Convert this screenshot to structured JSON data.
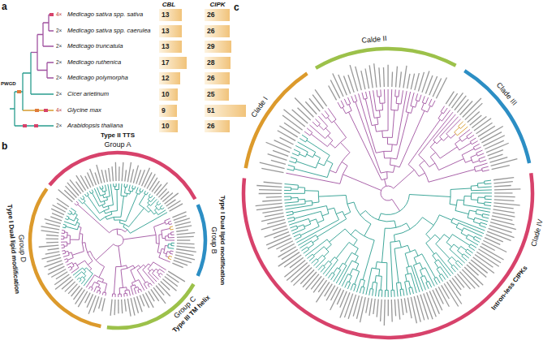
{
  "diagram": {
    "nodes": [
      {
        "text": [
          "13"
        ]
      },
      {
        "text": [
          "26"
        ]
      },
      {
        "text": [
          "13"
        ]
      },
      {
        "text": [
          "26"
        ]
      },
      {
        "text": [
          "13"
        ]
      },
      {
        "text": [
          "29"
        ]
      },
      {
        "text": [
          "17"
        ]
      },
      {
        "text": [
          "28"
        ]
      },
      {
        "text": [
          "12"
        ]
      },
      {
        "text": [
          "26"
        ]
      },
      {
        "text": [
          "10"
        ]
      },
      {
        "text": [
          "25"
        ]
      },
      {
        "text": [
          "9"
        ]
      },
      {
        "text": [
          "51"
        ]
      },
      {
        "text": [
          "10"
        ]
      },
      {
        "text": [
          "26"
        ]
      }
    ],
    "labels": [
      "a",
      "CBL",
      "CIPK",
      "Medicago sativa spp. sativa",
      "Medicago sativa spp. caerulea",
      "Medicago truncatula",
      "Medicago ruthenica",
      "Medicago polymorpha",
      "Cicer arietinum",
      "Glycine max",
      "Arabidopsis thaliana",
      "4×",
      "2×",
      "2×",
      "2×",
      "2×",
      "2×",
      "4×",
      "2×",
      "PWGD",
      "b",
      "Type II TTS",
      "Group A",
      "Group B",
      "Type I Dual lipid modification",
      "Group C",
      "Type III TM helix",
      "Group D",
      "Type I Dual lipid modification",
      "c",
      "Clade I",
      "Calde II",
      "Clade III",
      "Clade IV",
      "Intron-less CIPKs"
    ]
  }
}
